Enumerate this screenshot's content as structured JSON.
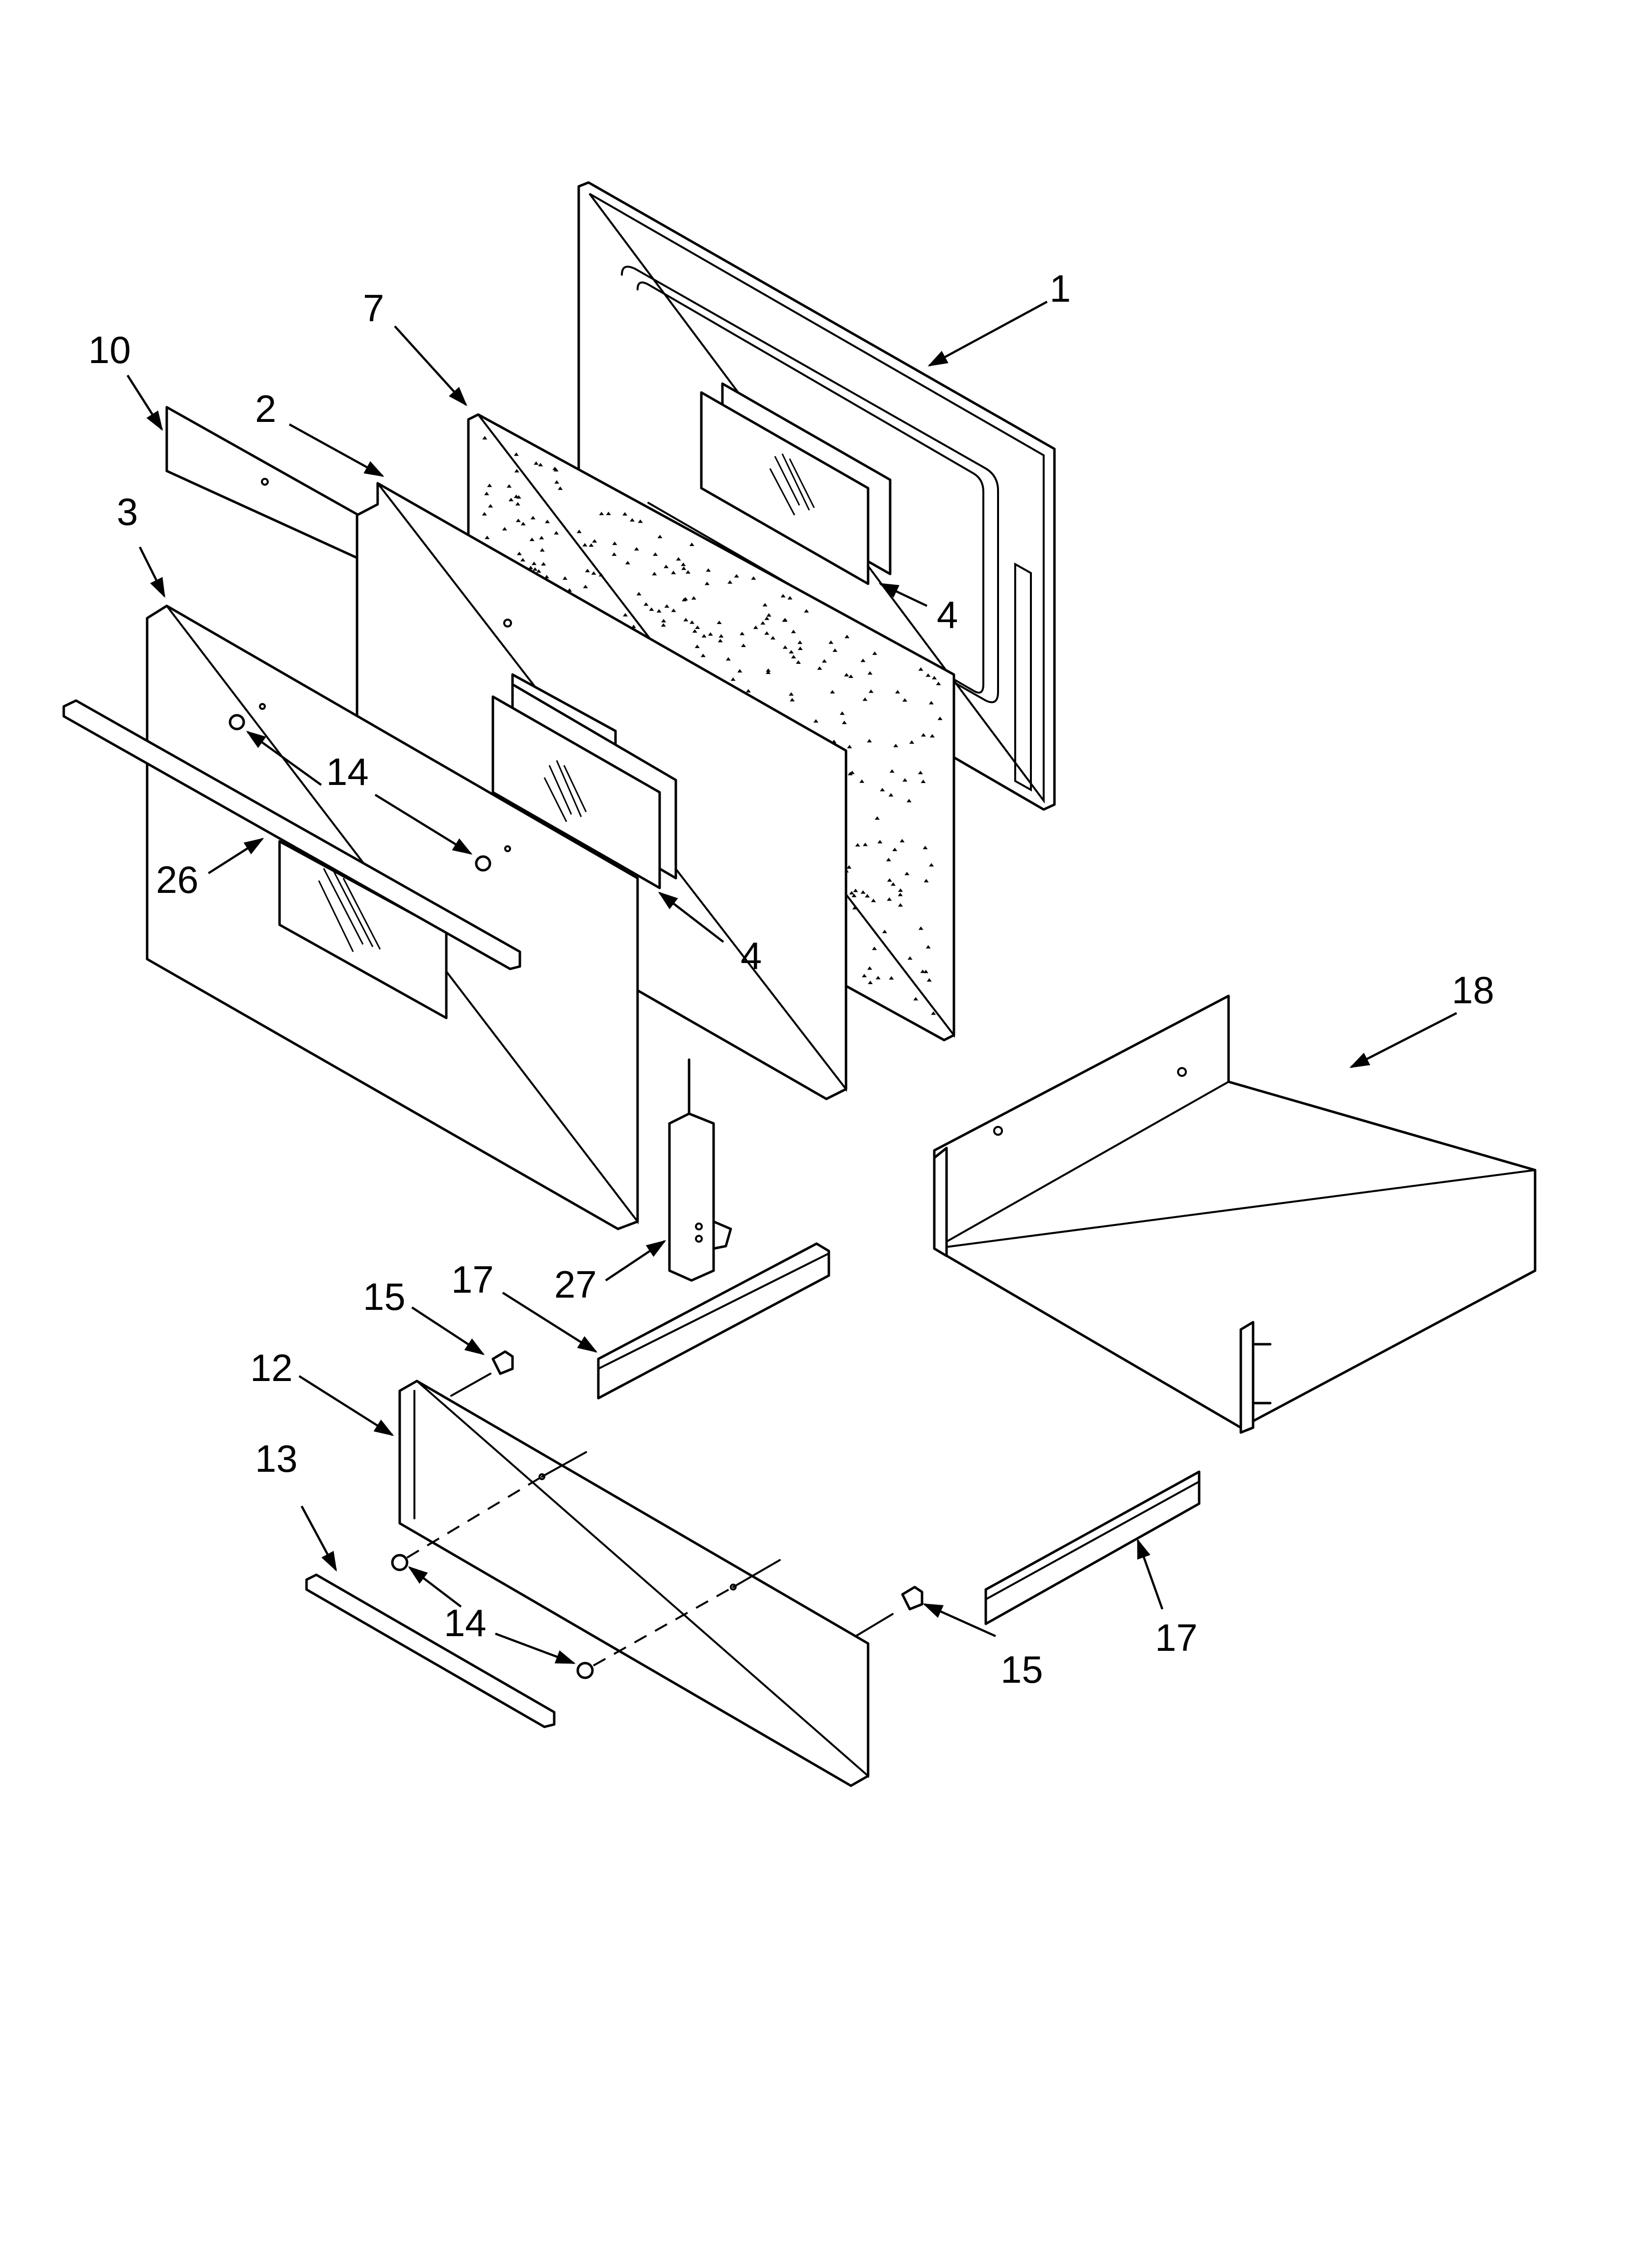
{
  "callouts": {
    "c1": "1",
    "c2": "2",
    "c3": "3",
    "c4a": "4",
    "c4b": "4",
    "c7": "7",
    "c10": "10",
    "c12": "12",
    "c13": "13",
    "c14a": "14",
    "c14b": "14",
    "c15a": "15",
    "c15b": "15",
    "c17a": "17",
    "c17b": "17",
    "c18": "18",
    "c26": "26",
    "c27": "27"
  },
  "colors": {
    "line": "#000000",
    "background": "#ffffff"
  }
}
